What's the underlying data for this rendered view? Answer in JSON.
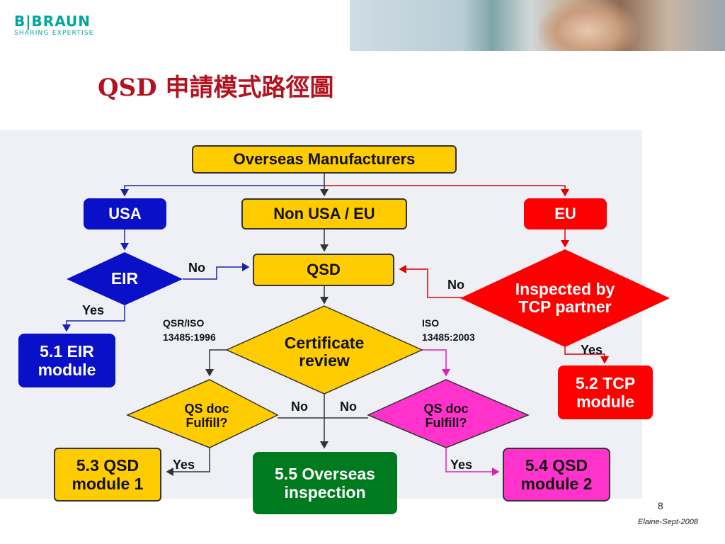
{
  "header": {
    "logo_text": "B|BRAUN",
    "logo_tagline": "SHARING EXPERTISE",
    "title": "QSD 申請模式路徑圖"
  },
  "nodes": {
    "overseas": "Overseas Manufacturers",
    "usa": "USA",
    "non_usa_eu": "Non USA / EU",
    "eu": "EU",
    "eir": "EIR",
    "qsd": "QSD",
    "inspected": "Inspected by TCP partner",
    "certificate": "Certificate review",
    "eir_module": "5.1 EIR module",
    "tcp_module": "5.2 TCP module",
    "qs_doc_left": "QS doc Fulfill?",
    "qs_doc_right": "QS doc Fulfill?",
    "qsd_module1": "5.3 QSD module 1",
    "overseas_inspection": "5.5 Overseas inspection",
    "qsd_module2": "5.4 QSD module 2"
  },
  "labels": {
    "eir_no": "No",
    "eir_yes": "Yes",
    "tcp_no": "No",
    "tcp_yes": "Yes",
    "qsr_iso_line1": "QSR/ISO",
    "qsr_iso_line2": "13485:1996",
    "iso_line1": "ISO",
    "iso_line2": "13485:2003",
    "left_no": "No",
    "right_no": "No",
    "left_yes": "Yes",
    "right_yes": "Yes"
  },
  "footer": {
    "page_number": "8",
    "author": "Elaine-Sept-2008"
  },
  "colors": {
    "title": "#b3121e",
    "yellow": "#ffcc00",
    "blue": "#0a10c8",
    "red": "#ff0000",
    "magenta": "#ff33cc",
    "green": "#007a1f",
    "panel": "#eef0f6"
  }
}
